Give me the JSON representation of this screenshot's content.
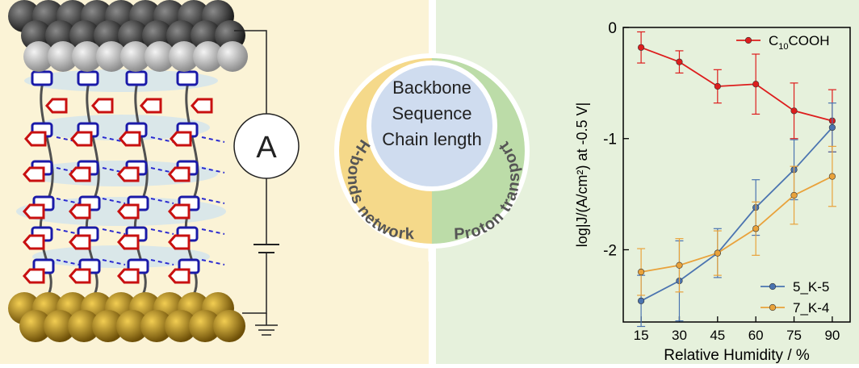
{
  "schematic": {
    "ammeter_label": "A"
  },
  "center_circle": {
    "lines": [
      "Backbone",
      "Sequence",
      "Chain length"
    ],
    "left_arc_text": "H-bonds network",
    "right_arc_text": "Proton transport"
  },
  "colors": {
    "left_background": "#fbf3d6",
    "right_background": "#e6f1dc",
    "left_arc": "#f5d98a",
    "right_arc": "#bcdca8",
    "inner_circle": "#cfdcef"
  },
  "chart_data": {
    "type": "line",
    "x": [
      15,
      30,
      45,
      60,
      75,
      90
    ],
    "xlabel": "Relative Humidity / %",
    "ylabel": "log|J/(A/cm²) at -0.5 V|",
    "xlim": [
      8,
      97
    ],
    "ylim": [
      -2.65,
      0
    ],
    "y_ticks": [
      0,
      -1,
      -2
    ],
    "legend_positions": [
      "top-right",
      "bottom-right"
    ],
    "series": [
      {
        "name_base": "C",
        "name_sub": "10",
        "name_rest": "COOH",
        "name": "C10COOH",
        "color": "#dd1d1d",
        "values": [
          -0.18,
          -0.31,
          -0.53,
          -0.51,
          -0.75,
          -0.84
        ],
        "errors": [
          0.14,
          0.1,
          0.15,
          0.27,
          0.25,
          0.28
        ]
      },
      {
        "name": "5_K-5",
        "color": "#4b74b0",
        "values": [
          -2.46,
          -2.28,
          -2.03,
          -1.62,
          -1.28,
          -0.9
        ],
        "errors": [
          0.23,
          0.36,
          0.22,
          0.25,
          0.27,
          0.22
        ]
      },
      {
        "name": "7_K-4",
        "color": "#e9a23b",
        "values": [
          -2.2,
          -2.14,
          -2.03,
          -1.81,
          -1.51,
          -1.34
        ],
        "errors": [
          0.21,
          0.24,
          0.2,
          0.24,
          0.26,
          0.27
        ]
      }
    ]
  }
}
